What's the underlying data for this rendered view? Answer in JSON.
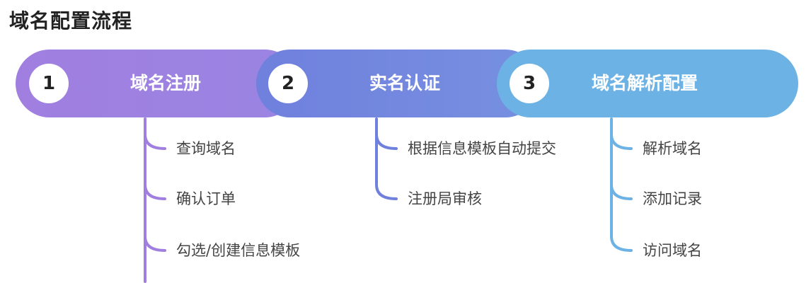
{
  "title": "域名配置流程",
  "stages": [
    {
      "number": "1",
      "label": "域名注册",
      "color": "#a07fe0",
      "items": [
        "查询域名",
        "确认订单",
        "勾选/创建信息模板"
      ]
    },
    {
      "number": "2",
      "label": "实名认证",
      "color": "#6f80dd",
      "items": [
        "根据信息模板自动提交",
        "注册局审核"
      ]
    },
    {
      "number": "3",
      "label": "域名解析配置",
      "color": "#6cb2e4",
      "items": [
        "解析域名",
        "添加记录",
        "访问域名"
      ]
    }
  ],
  "colors": {
    "stage_1_end": "#9a84e2",
    "stage_2_end": "#7790e0",
    "stage_3_end": "#6cb2e4"
  }
}
